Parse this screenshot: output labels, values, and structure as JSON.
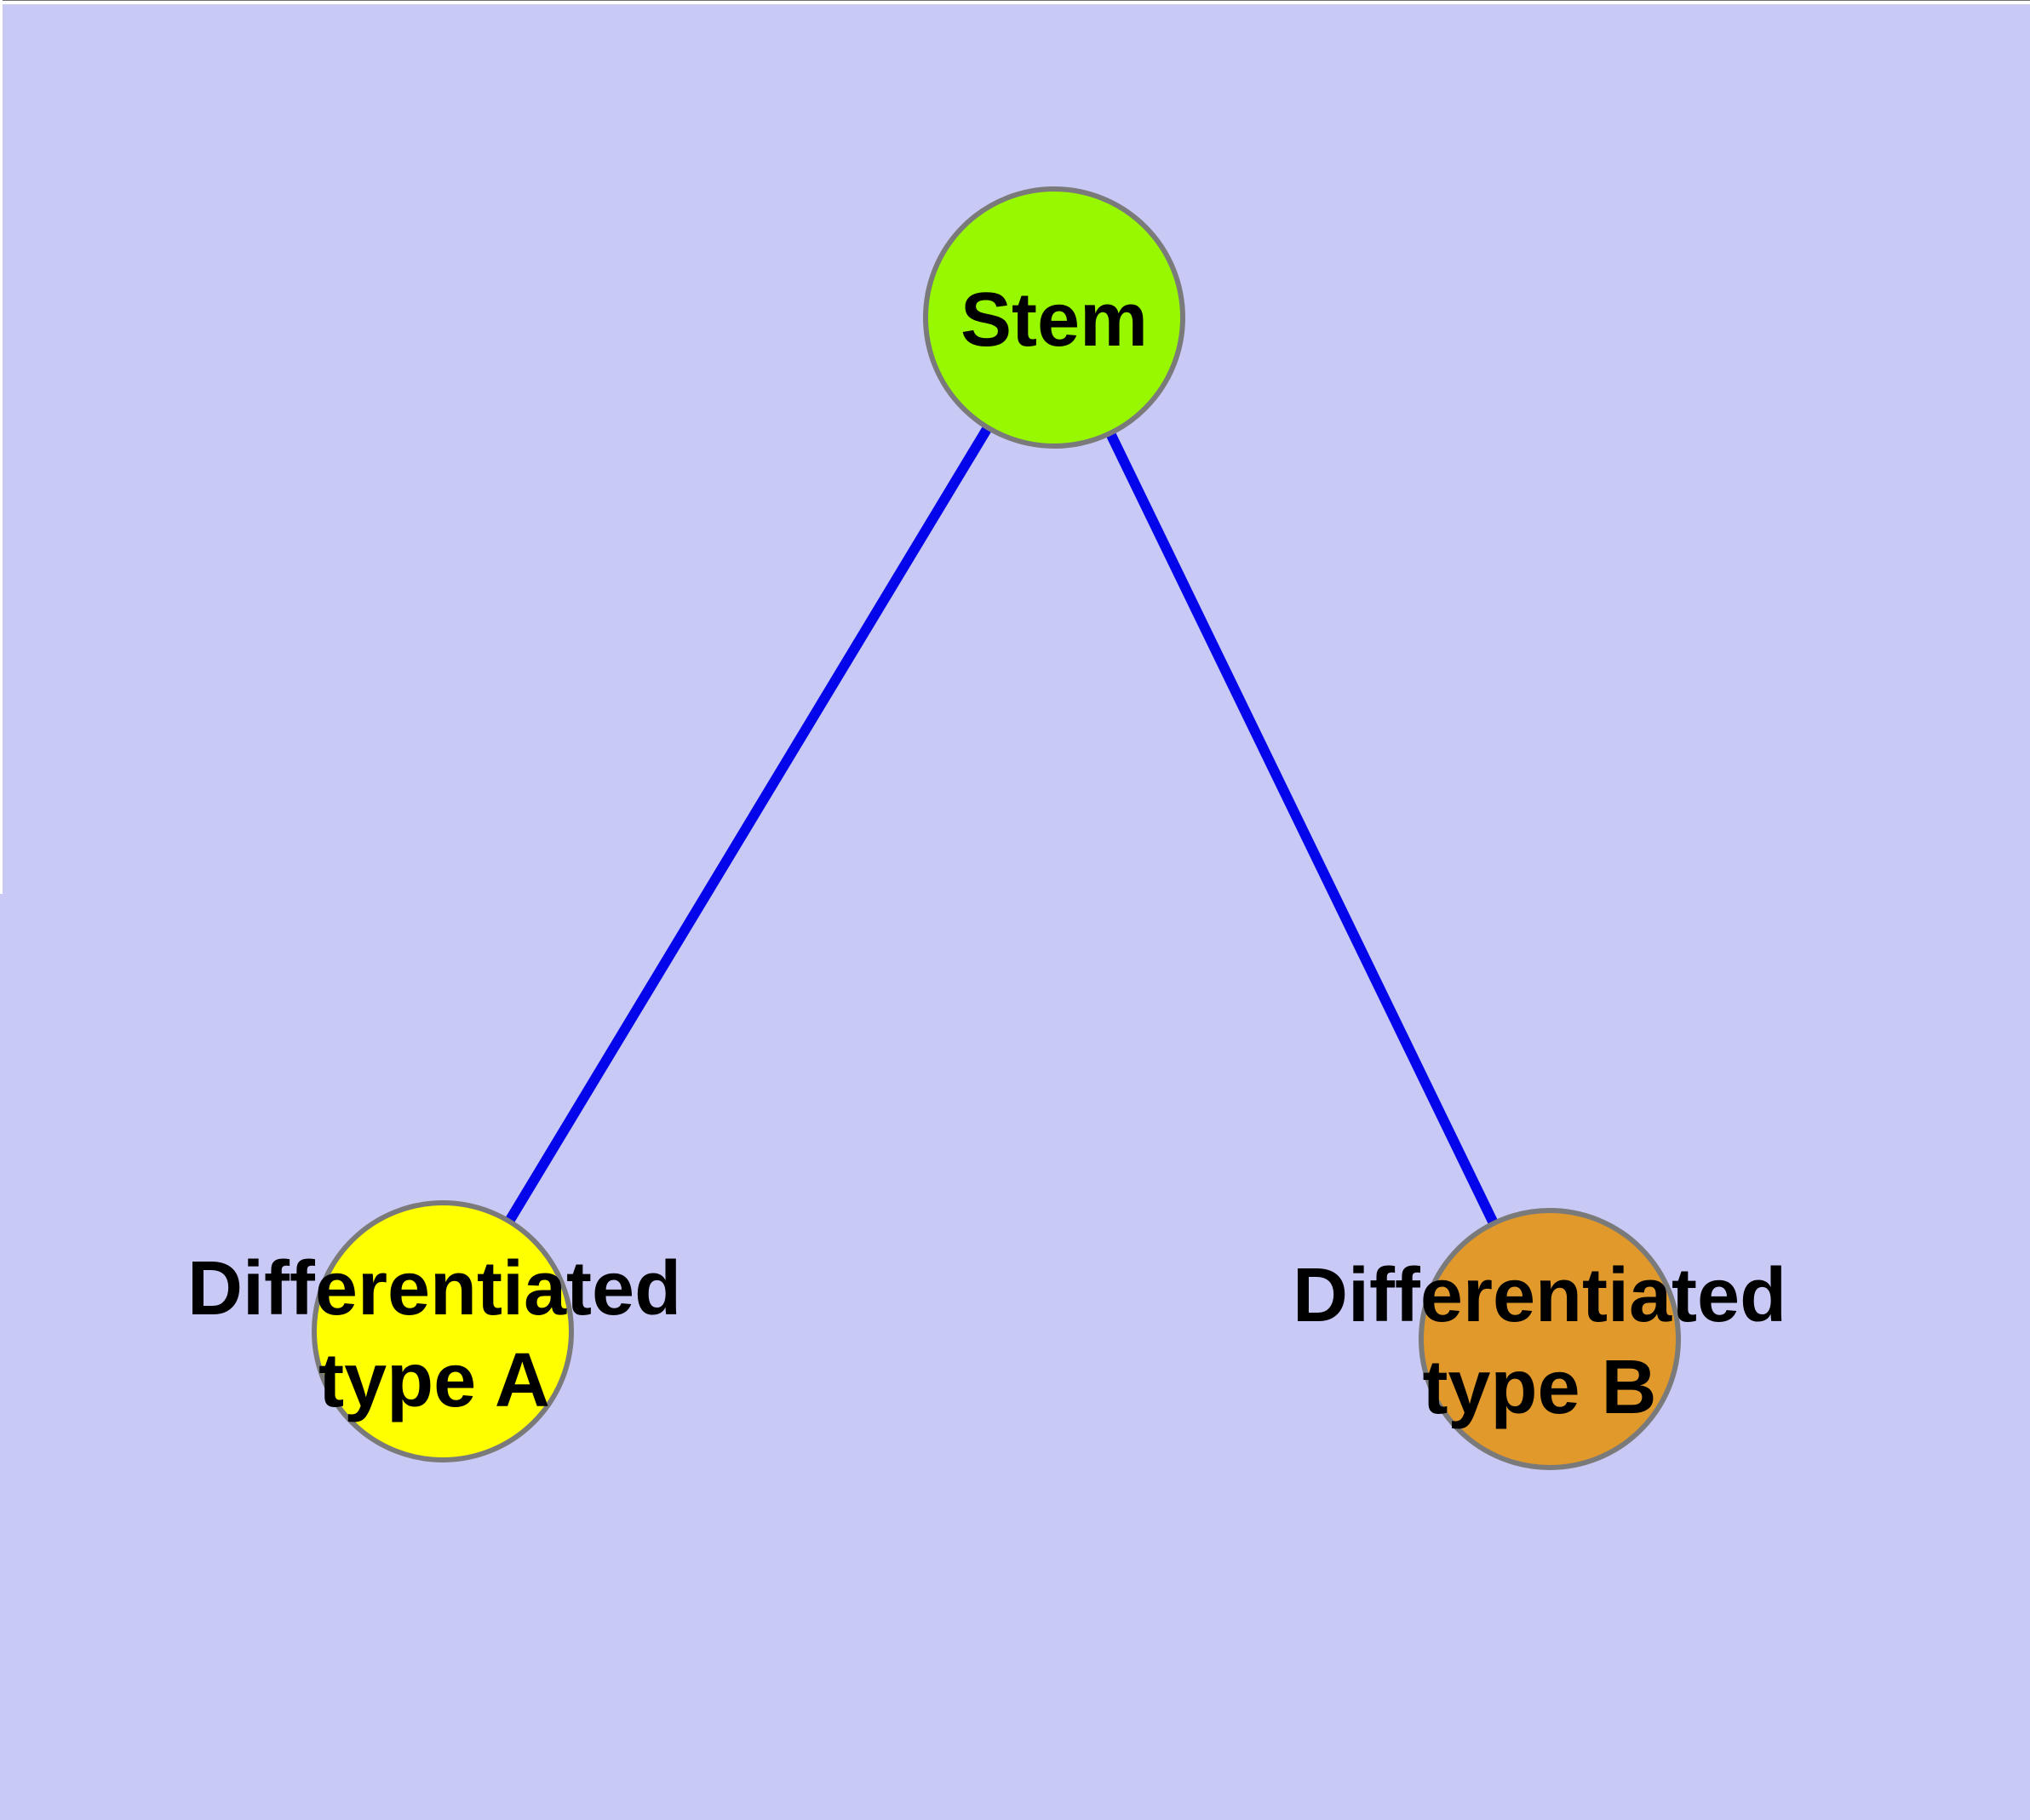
{
  "diagram": {
    "colors": {
      "background": "#C9C9F5",
      "edge": "#0505EB",
      "node_border": "#7A7A7A",
      "label_text": "#000000"
    },
    "nodes": {
      "stem": {
        "label": "Stem",
        "fill": "#97F800"
      },
      "type_a": {
        "label_line1": "Differentiated",
        "label_line2": "type A",
        "fill": "#FFFF00"
      },
      "type_b": {
        "label_line1": "Differentiated",
        "label_line2": "type B",
        "fill": "#E0992A"
      }
    },
    "edges": [
      {
        "from": "Stem",
        "to": "Differentiated type A"
      },
      {
        "from": "Stem",
        "to": "Differentiated type B"
      }
    ]
  }
}
